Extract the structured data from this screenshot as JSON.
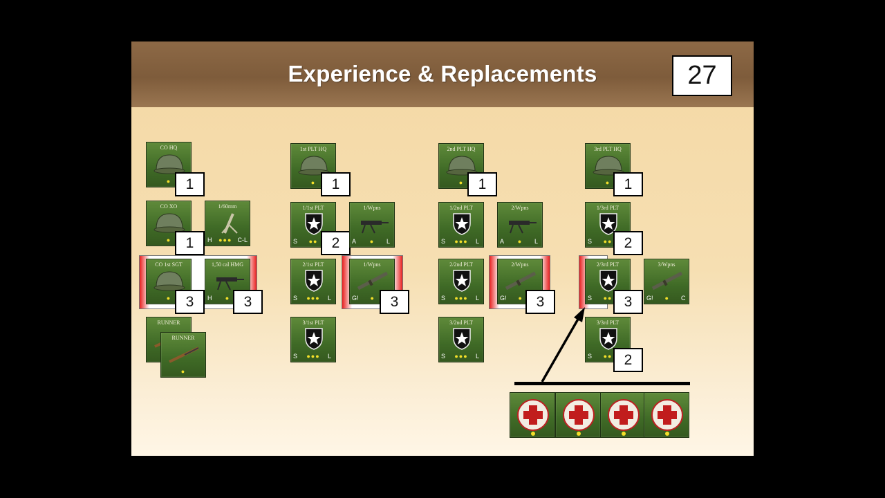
{
  "slide": {
    "title": "Experience & Replacements",
    "page_number": "27"
  },
  "colors": {
    "counter_green": "#3f6a26",
    "highlight_red": "#e8201f",
    "veteran_dot": "#f4e02a",
    "title_bar": "#7e5c3b",
    "background": "#f6dfb2"
  },
  "columns": {
    "company": {
      "co_hq": {
        "title": "CO HQ",
        "left": "",
        "dots": "●",
        "right": "",
        "step": "1",
        "icon": "helmet-icon"
      },
      "co_xo": {
        "title": "CO XO",
        "left": "",
        "dots": "●",
        "right": "",
        "step": "1",
        "icon": "helmet-icon"
      },
      "mortar": {
        "title": "1/60mm",
        "left": "H",
        "dots": "●●●",
        "right": "C-L",
        "icon": "mortar-icon"
      },
      "co_sgt": {
        "title": "CO 1st SGT",
        "left": "",
        "dots": "●",
        "right": "",
        "step": "3",
        "icon": "helmet-icon"
      },
      "hmg": {
        "title": "1,50 cal HMG",
        "left": "H",
        "dots": "●",
        "right": "",
        "step": "3",
        "icon": "machinegun-icon"
      },
      "runner1": {
        "title": "RUNNER",
        "left": "",
        "dots": "",
        "right": "",
        "icon": "rifle-icon"
      },
      "runner2": {
        "title": "RUNNER",
        "left": "",
        "dots": "●",
        "right": "",
        "icon": "rifle-icon"
      }
    },
    "first_platoon": {
      "hq": {
        "title": "1st PLT HQ",
        "left": "",
        "dots": "●",
        "right": "",
        "step": "1",
        "icon": "helmet-icon"
      },
      "sq1": {
        "title": "1/1st PLT",
        "left": "S",
        "dots": "●●",
        "right": "",
        "step": "2",
        "icon": "division-shield-icon"
      },
      "wpns1": {
        "title": "1/Wpns",
        "left": "A",
        "dots": "●",
        "right": "L",
        "icon": "machinegun-icon"
      },
      "sq2": {
        "title": "2/1st PLT",
        "left": "S",
        "dots": "●●●",
        "right": "L",
        "icon": "division-shield-icon"
      },
      "wpns2": {
        "title": "1/Wpns",
        "left": "G!",
        "dots": "●",
        "right": "",
        "step": "3",
        "icon": "bazooka-icon"
      },
      "sq3": {
        "title": "3/1st PLT",
        "left": "S",
        "dots": "●●●",
        "right": "L",
        "icon": "division-shield-icon"
      }
    },
    "second_platoon": {
      "hq": {
        "title": "2nd PLT HQ",
        "left": "",
        "dots": "●",
        "right": "",
        "step": "1",
        "icon": "helmet-icon"
      },
      "sq1": {
        "title": "1/2nd PLT",
        "left": "S",
        "dots": "●●●",
        "right": "L",
        "icon": "division-shield-icon"
      },
      "wpns1": {
        "title": "2/Wpns",
        "left": "A",
        "dots": "●",
        "right": "L",
        "icon": "machinegun-icon"
      },
      "sq2": {
        "title": "2/2nd PLT",
        "left": "S",
        "dots": "●●●",
        "right": "L",
        "icon": "division-shield-icon"
      },
      "wpns2": {
        "title": "2/Wpns",
        "left": "G!",
        "dots": "●",
        "right": "",
        "step": "3",
        "icon": "bazooka-icon"
      },
      "sq3": {
        "title": "3/2nd PLT",
        "left": "S",
        "dots": "●●●",
        "right": "L",
        "icon": "division-shield-icon"
      }
    },
    "third_platoon": {
      "hq": {
        "title": "3rd PLT HQ",
        "left": "",
        "dots": "●",
        "right": "",
        "step": "1",
        "icon": "helmet-icon"
      },
      "sq1": {
        "title": "1/3rd PLT",
        "left": "S",
        "dots": "●●",
        "right": "",
        "step": "2",
        "icon": "division-shield-icon"
      },
      "sq2": {
        "title": "2/3rd PLT",
        "left": "S",
        "dots": "●●",
        "right": "",
        "step": "3",
        "icon": "division-shield-icon"
      },
      "wpns": {
        "title": "3/Wpns",
        "left": "G!",
        "dots": "●",
        "right": "C",
        "icon": "bazooka-icon"
      },
      "sq3": {
        "title": "3/3rd PLT",
        "left": "S",
        "dots": "●●",
        "right": "",
        "step": "2",
        "icon": "division-shield-icon"
      }
    }
  },
  "replacements": {
    "label_icon": "medic-cross-icon",
    "count": 4
  }
}
